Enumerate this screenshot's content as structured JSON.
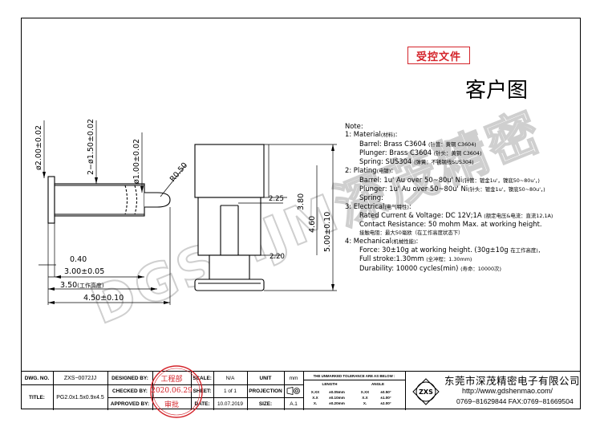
{
  "stamp_controlled": "受控文件",
  "doc_title": "客户图",
  "watermark": "DGSMJM深茂精密",
  "dims": {
    "d200": "ø2.00±0.02",
    "d150": "2−ø1.50±0.02",
    "d100": "ø1.00±0.02",
    "r050": "R0.50",
    "d040": "0.40",
    "d300": "3.00±0.05",
    "d350": "3.50",
    "d350_note": "(工作高度)",
    "d450": "4.50±0.10",
    "d225": "2.25",
    "d380": "3.80",
    "d460": "4.60",
    "d500": "5.00±0.10",
    "d220": "2.20"
  },
  "notes": {
    "title": "Note:",
    "l1": "1:  Material",
    "l1cn": "(材料)",
    "l1end": ":",
    "l1a": "Barrel: Brass C3604",
    "l1a_cn": "(针管：黄铜 C3604)",
    "l1b": "Plunger: Brass C3604",
    "l1b_cn": "(针头：黄铜 C3604)",
    "l1c": "Spring: SUS304",
    "l1c_cn": "(弹簧：不锈钢线SUS304)",
    "l2": "2:  Plating",
    "l2cn": "(电镀)",
    "l2end": ":",
    "l2a": "Barrel: 1u' Au over 50~80u' Ni",
    "l2a_cn": "(针管：镀金1u'，镍底50~80u'，)",
    "l2b": "Plunger: 1u' Au over 50~80u' Ni",
    "l2b_cn": "(针头：镀金1u'，镍底50~80u'，)",
    "l2c": "Spring:",
    "l3": "3:  Electrical",
    "l3cn": "(电气特性)",
    "l3end": ":",
    "l3a": "Rated Current & Voltage: DC 12V;1A",
    "l3a_cn": "(额定电压&电流：直流12,1A)",
    "l3b": "Contact Resistance: 50 mohm Max. at working height.",
    "l3c_cn": "接触电阻：最大50毫欧（在工作高度状态下）",
    "l4": "4:  Mechanical",
    "l4cn": "(机械性能)",
    "l4end": ":",
    "l4a": "Force: 30±10g at working height. (30g±10g",
    "l4a_cn": "在工作高度)，",
    "l4b": "Full stroke:1.30mm",
    "l4b_cn": "(全冲程：1.30mm)",
    "l4c": "Durability: 10000 cycles(min)",
    "l4c_cn": "(寿命：10000次)"
  },
  "title_block": {
    "dwg_no_label": "DWG. NO.",
    "dwg_no": "ZXS−0072JJ",
    "title_label": "TITLE:",
    "title": "PG2.0x1.5x0.9x4.5",
    "designed_by": "DESIGNED BY:",
    "designed_by_val": "工程部",
    "checked_by": "CHECKED BY:",
    "checked_by_val": "2020.06.29",
    "approved_by": "APPROVED BY:",
    "approved_by_val": "审批",
    "scale_label": "SCALE:",
    "scale": "N/A",
    "sheet_label": "SHEET:",
    "sheet": "1 of 1",
    "date_label": "DATE:",
    "date": "10.07.2019",
    "unit_label": "UNIT",
    "unit": "mm",
    "projection_label": "PROJECTION",
    "size_label": "SIZE:",
    "size": "A.1",
    "tolerance_header": "THE UNMARKED TOLERANCE ARE AS BELOW :",
    "length_label": "LENGTH",
    "angle_label": "ANGLE",
    "tol_len_keys": [
      "X.XX",
      "X.X",
      "X."
    ],
    "tol_len_vals": [
      "±0.05mm",
      "±0.10mm",
      "±0.20mm"
    ],
    "tol_ang_keys": [
      "X.XX",
      "X.X",
      "X."
    ],
    "tol_ang_vals": [
      "±0.50°",
      "±1.00°",
      "±2.00°"
    ],
    "logo_text": "ZXS",
    "company": "东莞市深茂精密电子有限公司",
    "url": "http://www.gdshenmao.com/",
    "tel": "0769−81629844 FAX:0769−81669504"
  },
  "colors": {
    "red": "#d4242b",
    "watermark": "#d6d6d6"
  }
}
